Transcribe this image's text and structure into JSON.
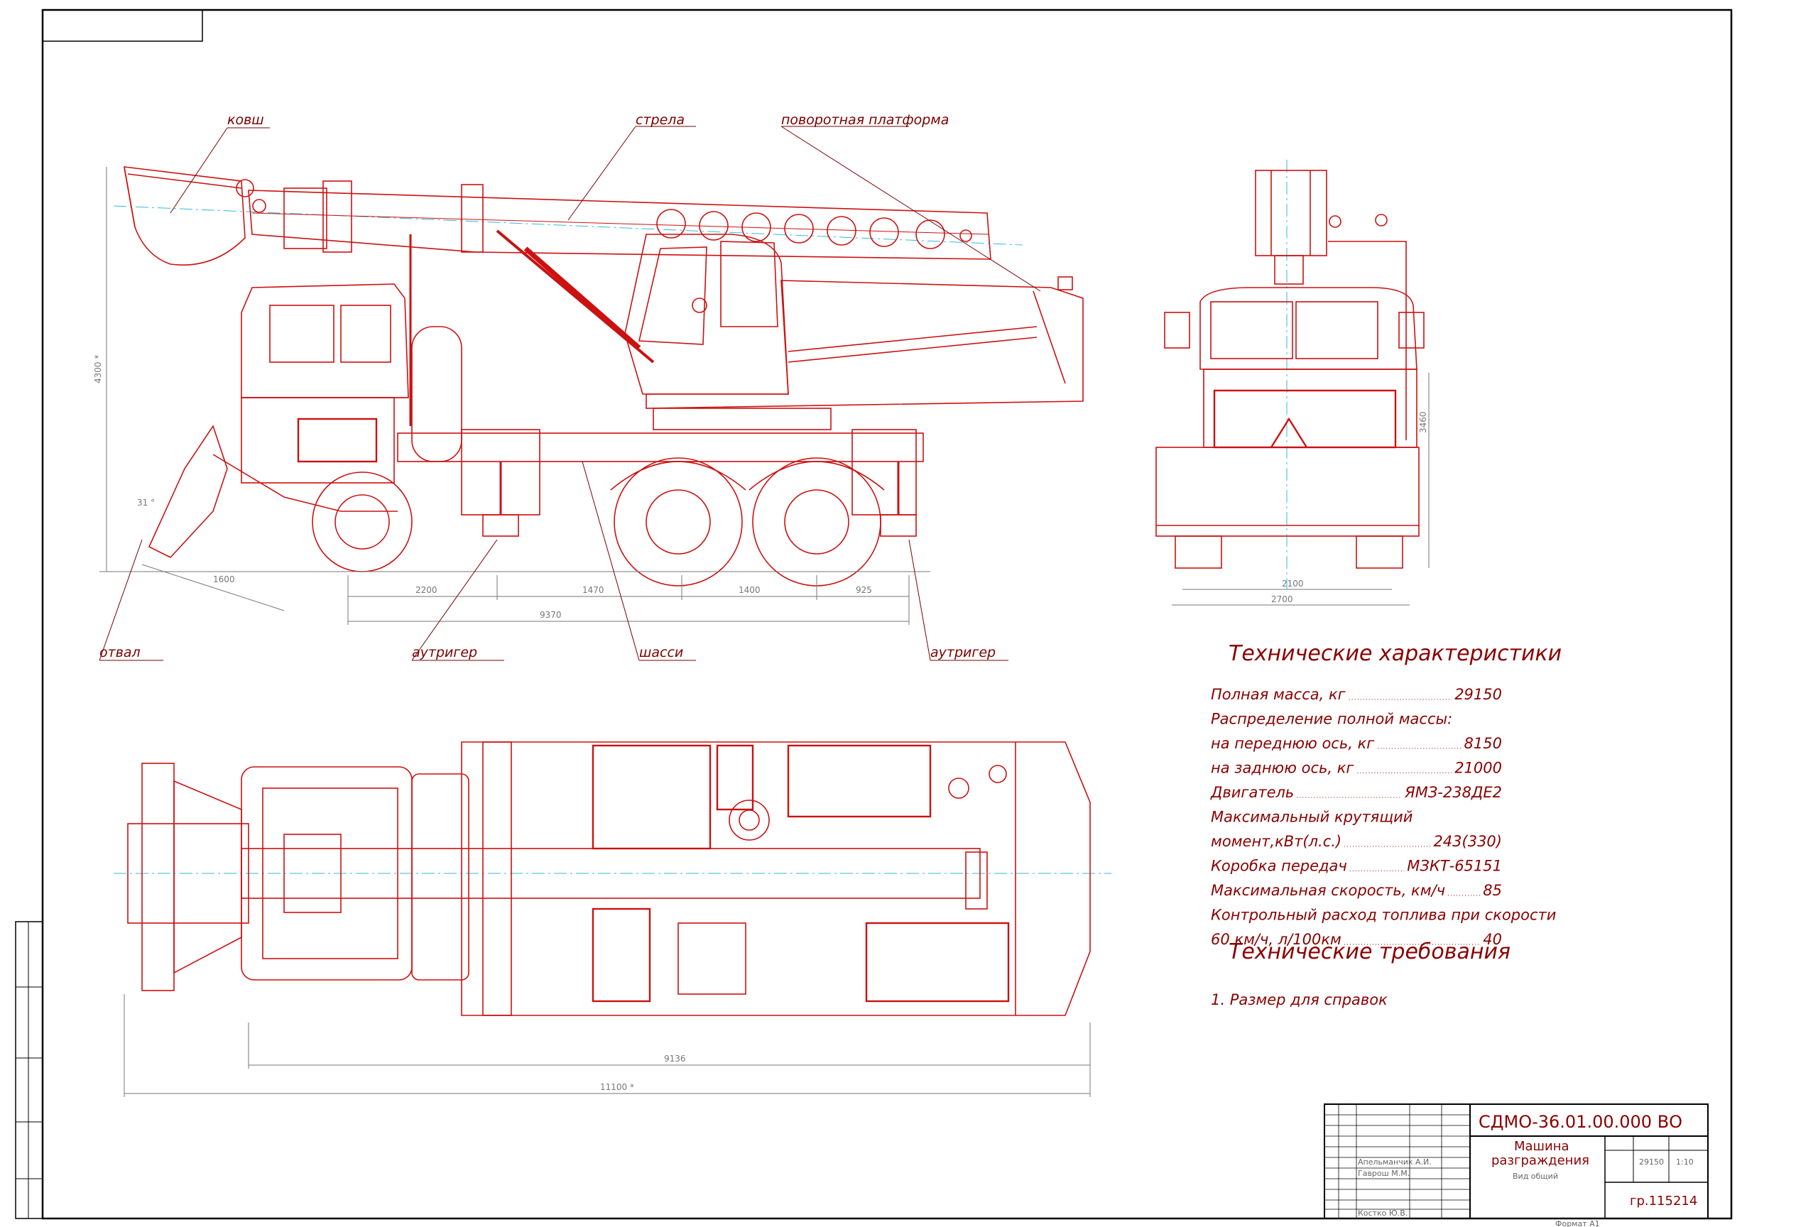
{
  "labels": {
    "bucket": "ковш",
    "boom": "стрела",
    "platform": "поворотная платформа",
    "blade": "отвал",
    "outrigger_front": "аутригер",
    "chassis": "шасси",
    "outrigger_rear": "аутригер"
  },
  "dimensions": {
    "height": "4300 *",
    "d_2200": "2200",
    "d_1470": "1470",
    "d_1400": "1400",
    "d_925": "925",
    "d_9370": "9370",
    "d_1600": "1600",
    "angle": "31 °",
    "front_width_inner": "2100",
    "front_width_outer": "2700",
    "front_height": "3460",
    "plan_9136": "9136",
    "plan_11100": "11100 *"
  },
  "specs": {
    "title": "Технические характеристики",
    "lines": [
      {
        "label": "Полная масса, кг",
        "value": "29150"
      },
      {
        "label": "Распределение полной массы:",
        "value": ""
      },
      {
        "label": "на переднюю ось, кг",
        "value": "8150"
      },
      {
        "label": "на заднюю ось, кг",
        "value": "21000"
      },
      {
        "label": "Двигатель",
        "value": "ЯМЗ-238ДЕ2"
      },
      {
        "label": "Максимальный крутящий",
        "value": ""
      },
      {
        "label": "момент,кВт(л.с.)",
        "value": "243(330)"
      },
      {
        "label": "Коробка передач",
        "value": "МЗКТ-65151"
      },
      {
        "label": "Максимальная скорость, км/ч",
        "value": "85"
      },
      {
        "label": "Контрольный расход топлива при скорости",
        "value": ""
      },
      {
        "label": "60 км/ч, л/100км",
        "value": "40"
      }
    ],
    "req_title": "Технические требования",
    "req_lines": [
      "1. Размер для справок"
    ]
  },
  "title_block": {
    "code": "СДМО-36.01.00.000 ВО",
    "name_1": "Машина",
    "name_2": "разграждения",
    "view": "Вид общий",
    "group": "гр.115214",
    "developer": "Апельманчик А.И.",
    "checker": "Гаврош М.М.",
    "approver": "Костко Ю.В.",
    "mass": "29150",
    "scale": "1:10",
    "format": "Формат А1"
  },
  "colors": {
    "line": "#cc1111",
    "frame": "#000000",
    "center": "#33bbdd",
    "dim": "#777777",
    "text": "#8a0000"
  }
}
